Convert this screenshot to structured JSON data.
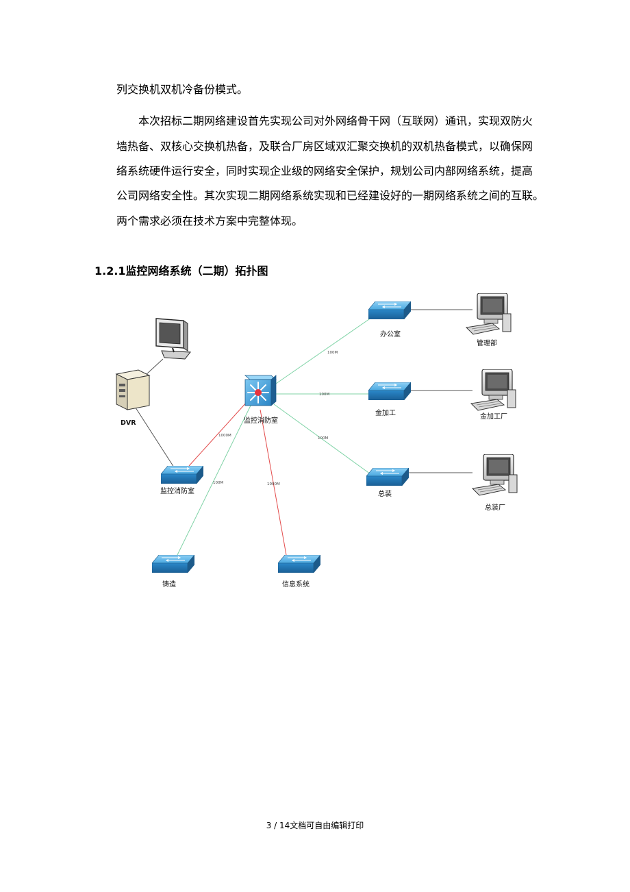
{
  "body_text": {
    "line1": "列交换机双机冷备份模式。",
    "para2_lines": [
      "本次招标二期网络建设首先实现公司对外网络骨干网（互联网）通讯，实现双防火",
      "墙热备、双核心交换机热备，及联合厂房区域双汇聚交换机的双机热备模式，以确保网",
      "络系统硬件运行安全，同时实现企业级的网络安全保护，规划公司内部网络系统，提高",
      "公司网络安全性。其次实现二期网络系统实现和已经建设好的一期网络系统之间的互联。",
      "两个需求必须在技术方案中完整体现。"
    ]
  },
  "section_heading": "1.2.1监控网络系统（二期）拓扑图",
  "diagram": {
    "dvr_label": "DVR",
    "core_label": "监控消防室",
    "switches": {
      "office": "办公室",
      "metal": "金加工",
      "assembly": "总装",
      "monitor_room": "监控消防室",
      "casting": "铸造",
      "info": "信息系统"
    },
    "computers": {
      "mgmt": "管理部",
      "metal_plant": "金加工厂",
      "assembly_plant": "总装厂"
    },
    "edge_labels": {
      "core_office": "100M",
      "core_metal": "100M",
      "core_assembly": "100M",
      "core_monitor": "1000M",
      "core_casting": "100M",
      "core_info": "1000M"
    },
    "colors": {
      "switch_body": "#3a9ad9",
      "switch_dark": "#1f6fa8",
      "link_100m": "#7fd3a6",
      "link_1000m": "#e34b4b",
      "link_plain": "#555555"
    }
  },
  "footer": "3 / 14文档可自由编辑打印"
}
